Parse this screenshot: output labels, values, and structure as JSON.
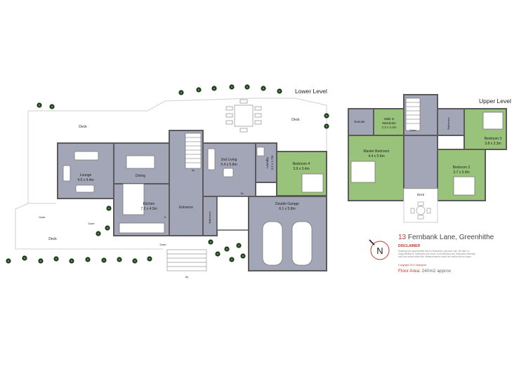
{
  "levels": {
    "lower": "Lower Level",
    "upper": "Upper Level"
  },
  "rooms": {
    "deck_left": "Deck",
    "deck_top": "Deck",
    "deck_bottom": "Deck",
    "deck_upper": "Deck",
    "lounge_name": "Lounge",
    "lounge_size": "4.5 x 4.4m",
    "dining": "Dining",
    "kitchen_name": "Kitchen",
    "kitchen_size": "7.2 x 4.3m",
    "entrance": "Entrance",
    "living2_name": "2nd Living",
    "living2_size": "5.4 x 5.8m",
    "laundry_name": "Laundry",
    "laundry_size": "3.2 x 1.7m",
    "bedroom4_name": "Bedroom 4",
    "bedroom4_size": "3.9 x 3.4m",
    "garage_name": "Double Garage",
    "garage_size": "6.1 x 5.8m",
    "bathroom_lower": "Bathroom",
    "ensuite": "Ensuite",
    "wir_name1": "Walk In",
    "wir_name2": "Wardrobe",
    "wir_size": "2.2 x 2.4m",
    "master_name": "Master Bedroom",
    "master_size": "4.4 x 5.6m",
    "bathroom_upper": "Bathroom",
    "bedroom3_name": "Bedroom 3",
    "bedroom3_size": "3.8 x 3.3m",
    "bedroom2_name": "Bedroom 2",
    "bedroom2_size": "3.7 x 3.9m"
  },
  "markers": {
    "up": "Up",
    "down": "Down",
    "dn": "Dn",
    "s": "S"
  },
  "info": {
    "address_number": "13",
    "address_text": "Fernbank Lane, Greenhithe",
    "disclaimer_title": "DISCLAIMER",
    "disclaimer_text": "Drawings are approximate and for illustrative purposes only. We take no responsibility for omissions and errors. All dimensions are measured internally and floor areas reflect this. Measurements should be verified by the buyer.",
    "copyright": "Copyright 2017   Mapsport",
    "area_label": "Floor Area:",
    "area_value": "240m2 approx",
    "compass_letter": "N"
  },
  "colors": {
    "grey_room": "#a3a6b7",
    "green_room": "#99c27a",
    "wall": "#5a5a5a",
    "deck_line": "#cfcfcf",
    "accent_red": "#c0392b",
    "plant": "#1f3d1f"
  }
}
